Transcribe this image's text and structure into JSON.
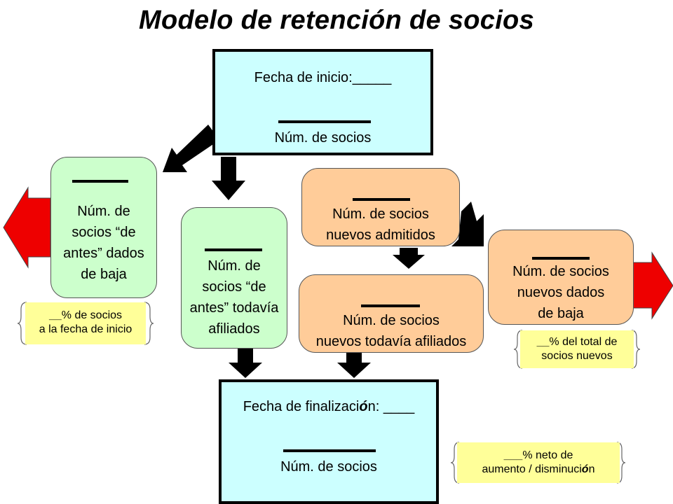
{
  "title": "Modelo de retención  de socios",
  "start_box": {
    "label": "Fecha de inicio",
    "colon": ":",
    "blank": "_____",
    "caption": "Núm. de socios"
  },
  "end_box": {
    "label": "Fecha de finalizaci",
    "accent": "ó",
    "label_end": "n",
    "colon": ":",
    "blank": "____",
    "caption": "Núm. de socios"
  },
  "old_dropped": {
    "lines": [
      "Núm. de",
      "socios “de",
      "antes” dados",
      "de baja"
    ]
  },
  "old_active": {
    "lines": [
      "Núm. de",
      "socios “de",
      "antes” todavía",
      "afiliados"
    ]
  },
  "new_admitted": {
    "lines": [
      "Núm. de socios",
      "nuevos admitidos"
    ]
  },
  "new_active": {
    "lines": [
      "Núm. de socios",
      "nuevos todavía afiliados"
    ]
  },
  "new_dropped": {
    "lines": [
      "Núm. de socios",
      "nuevos dados",
      "de baja"
    ]
  },
  "note_left": {
    "prefix": "__",
    "line1": "% de socios",
    "line2": "a la fecha de inicio"
  },
  "note_right": {
    "prefix": "__",
    "line1": "% del total de",
    "line2": "socios nuevos"
  },
  "note_bottom": {
    "prefix": "___",
    "line1": "% neto de",
    "line2_a": "aumento / disminuci",
    "line2_b": "ó",
    "line2_c": "n"
  },
  "colors": {
    "cyan": "#ccffff",
    "green": "#ccffcc",
    "peach": "#ffcc99",
    "note": "#ffff99",
    "red": "#ee0000",
    "arrow": "#000000"
  }
}
